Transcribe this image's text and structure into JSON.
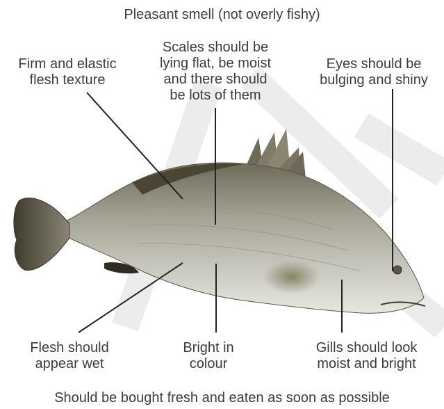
{
  "labels": {
    "top": "Pleasant smell (not overly fishy)",
    "firm": "Firm and elastic\nflesh texture",
    "scales": "Scales should be\nlying flat, be moist\nand there should\nbe lots of them",
    "eyes": "Eyes should be\nbulging and shiny",
    "flesh_wet": "Flesh should\nappear wet",
    "bright": "Bright in\ncolour",
    "gills": "Gills should look\nmoist and bright",
    "bottom": "Should be bought fresh and eaten as soon as possible"
  },
  "colors": {
    "text": "#3c3c3c",
    "leader_line": "#222222",
    "watermark": "#e6e6e6",
    "fish_body": "#a9a79a",
    "fish_dark": "#4e4a3a"
  }
}
